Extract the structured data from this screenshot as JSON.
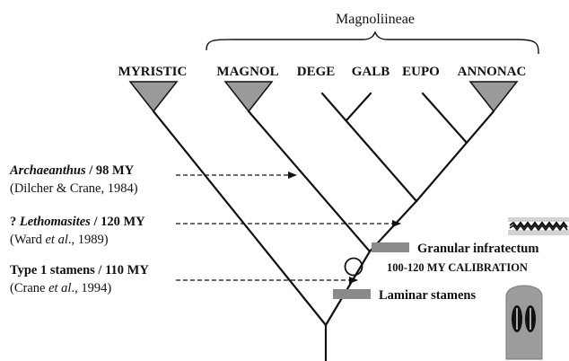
{
  "group_label": "Magnoliineae",
  "taxa": [
    "MYRISTIC",
    "MAGNOL",
    "DEGE",
    "GALB",
    "EUPO",
    "ANNONAC"
  ],
  "fossils": [
    {
      "name": "Archaeanthus",
      "prefix": "",
      "age": " / 98 MY",
      "citation": "(Dilcher & Crane, 1984)"
    },
    {
      "name": "Lethomasites",
      "prefix": "? ",
      "age": " / 120 MY",
      "citation_pre": "(Ward ",
      "citation_em": "et al",
      "citation_post": "., 1989)"
    },
    {
      "name": "Type 1 stamens",
      "prefix": "",
      "age": " / 110 MY",
      "citation_pre": "(Crane ",
      "citation_em": "et al",
      "citation_post": "., 1994)"
    }
  ],
  "characters": {
    "granular": "Granular infratectum",
    "calibration": "100-120 MY CALIBRATION",
    "laminar": "Laminar stamens"
  },
  "colors": {
    "line": "#111111",
    "triangle": "#9a9a9a",
    "bar": "#8a8a8a",
    "stamen": "#9c9c9c"
  }
}
